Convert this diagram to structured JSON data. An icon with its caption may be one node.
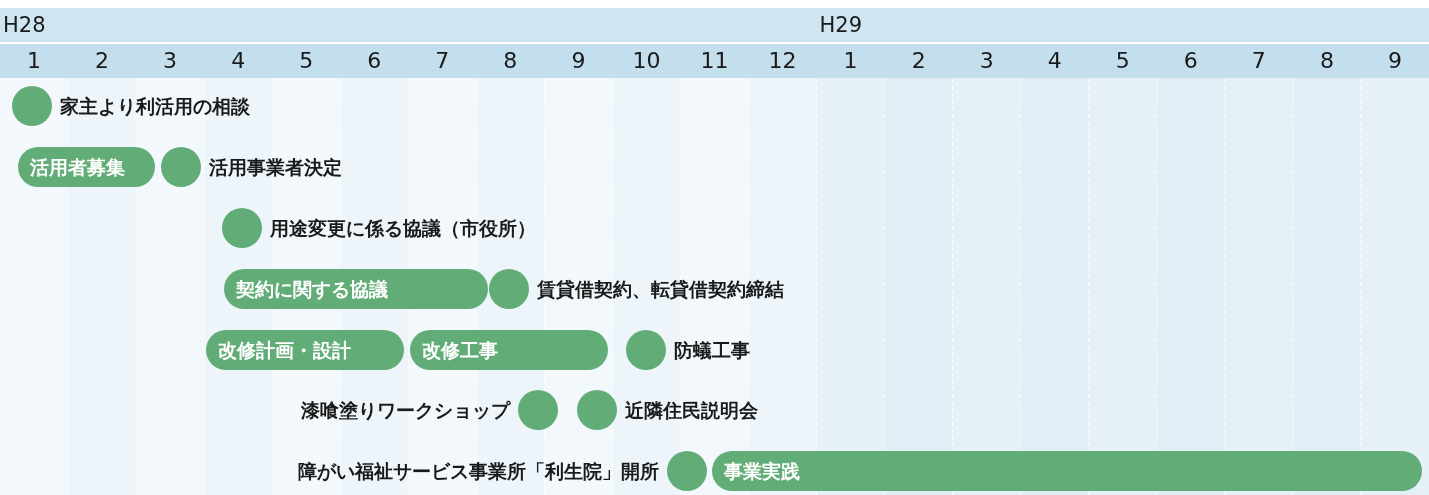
{
  "diagram": {
    "nodes": [
      {
        "text": [],
        "shape": "circle",
        "beside": [
          "家主より利活用の相談"
        ]
      },
      {
        "text": [
          "活用者募集"
        ]
      },
      {
        "text": [],
        "shape": "circle",
        "beside": [
          "活用事業者決定"
        ]
      },
      {
        "text": [],
        "shape": "circle",
        "beside": [
          "用途変更に係る協議（市役所）"
        ]
      },
      {
        "text": [
          "契約に関する協議"
        ]
      },
      {
        "text": [],
        "shape": "circle",
        "beside": [
          "賃貸借契約、転貸借契約締結"
        ]
      },
      {
        "text": [
          "改修計画・設計"
        ]
      },
      {
        "text": [
          "改修工事"
        ]
      },
      {
        "text": [],
        "shape": "circle",
        "beside": [
          "防蟻工事"
        ]
      },
      {
        "text": [],
        "shape": "circle",
        "beside": [
          "漆喰塗りワークショップ"
        ]
      },
      {
        "text": [],
        "shape": "circle",
        "beside": [
          "近隣住民説明会"
        ]
      },
      {
        "text": [],
        "shape": "circle",
        "beside": [
          "障がい福祉サービス事業所「利生院」開所"
        ]
      },
      {
        "text": [
          "事業実践"
        ]
      }
    ],
    "edges": [],
    "labels": [
      "H28",
      "H29",
      "1",
      "2",
      "3",
      "4",
      "5",
      "6",
      "7",
      "8",
      "9",
      "10",
      "11",
      "12",
      "1",
      "2",
      "3",
      "4",
      "5",
      "6",
      "7",
      "8",
      "9"
    ]
  }
}
